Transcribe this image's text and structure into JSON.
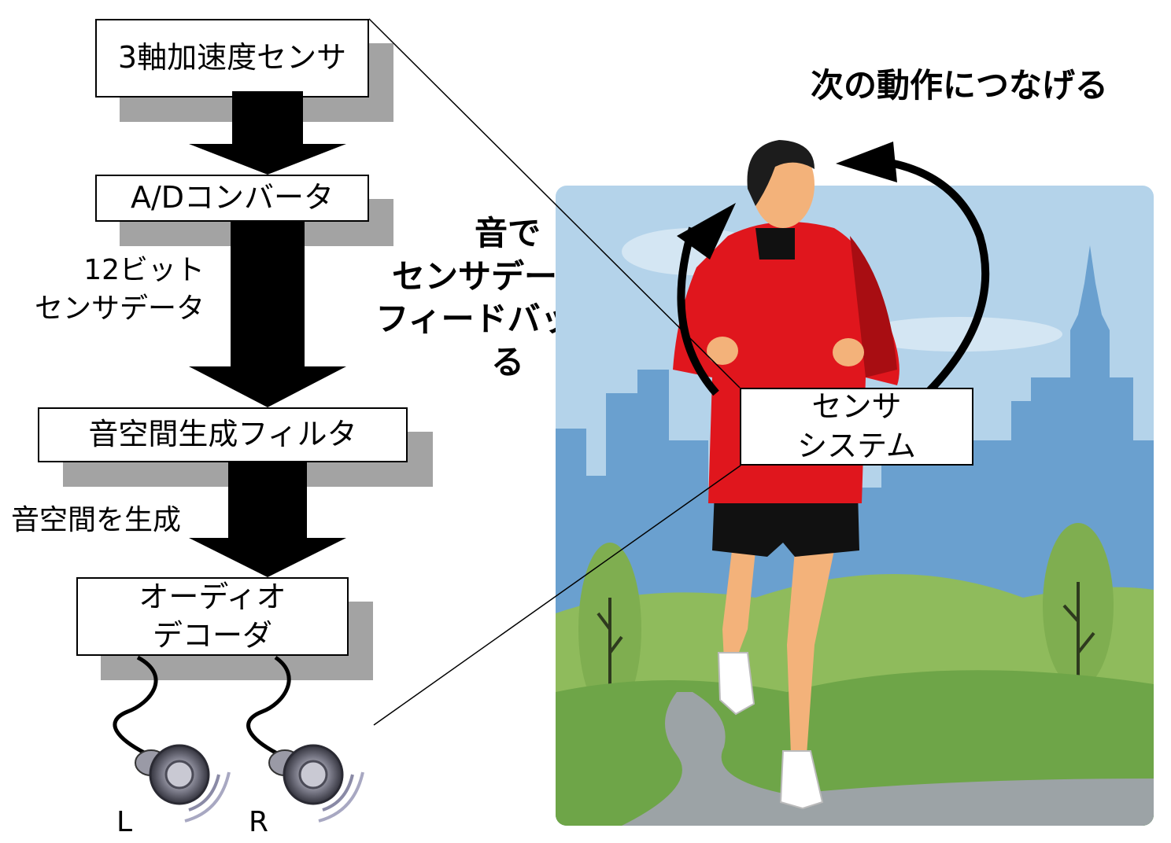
{
  "flow": {
    "sensor_box": "3軸加速度センサ",
    "adc_box": "A/Dコンバータ",
    "bits_label": "12ビット\nセンサデータ",
    "filter_box": "音空間生成フィルタ",
    "generate_label": "音空間を生成",
    "decoder_box": "オーディオ\nデコーダ",
    "speaker_left": "L",
    "speaker_right": "R"
  },
  "scene": {
    "feedback_label": "音で\nセンサデータを\nフィードバックする",
    "next_action_label": "次の動作につなげる",
    "sensor_system_box": "センサ\nシステム"
  },
  "colors": {
    "shadow": "#a3a3a3",
    "sky": "#b4d3ea",
    "buildings": "#6aa0cf",
    "grass": "#8fbb5c",
    "hoodie": "#e0161d",
    "skin": "#f3b27a"
  }
}
